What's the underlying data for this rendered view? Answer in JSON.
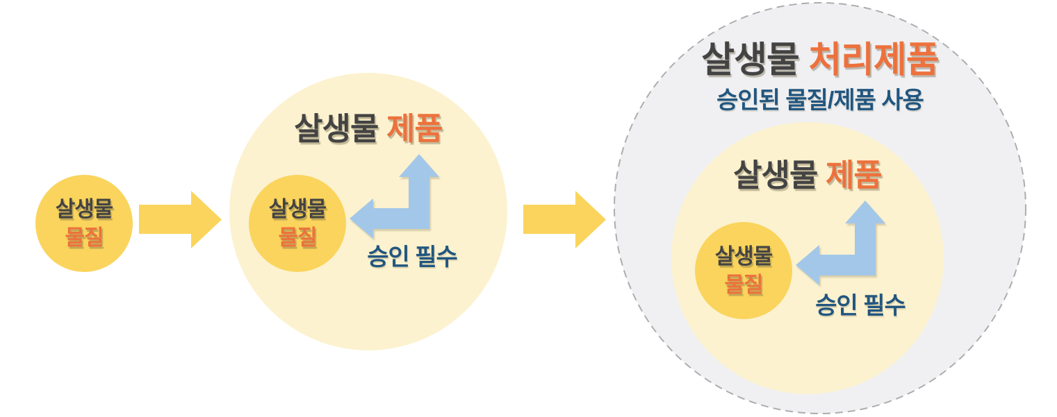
{
  "colors": {
    "substance_yellow": "#FAD45C",
    "product_cream": "#FCF2CF",
    "treated_gray": "#F0F0F2",
    "treated_border_gray": "#ADADAF",
    "flow_arrow_yellow": "#FAD45C",
    "approval_arrow_blue": "#A3C7E8",
    "label_charcoal": "#434343",
    "label_orange": "#ED713D",
    "label_navy": "#21567F"
  },
  "flow": {
    "substance": {
      "line1": "살생물",
      "line2": "물질"
    },
    "product": {
      "title_prefix": "살생물",
      "title_highlight": "제품",
      "substance": {
        "line1": "살생물",
        "line2": "물질"
      },
      "approval": "승인 필수"
    },
    "treated_product": {
      "title_prefix": "살생물",
      "title_highlight": "처리제품",
      "subtitle": "승인된 물질/제품 사용",
      "product": {
        "title_prefix": "살생물",
        "title_highlight": "제품",
        "substance": {
          "line1": "살생물",
          "line2": "물질"
        },
        "approval": "승인 필수"
      }
    }
  },
  "icons": {
    "flow_arrow": "right-arrow",
    "approval_arrow": "elbow-arrow-up-left"
  }
}
